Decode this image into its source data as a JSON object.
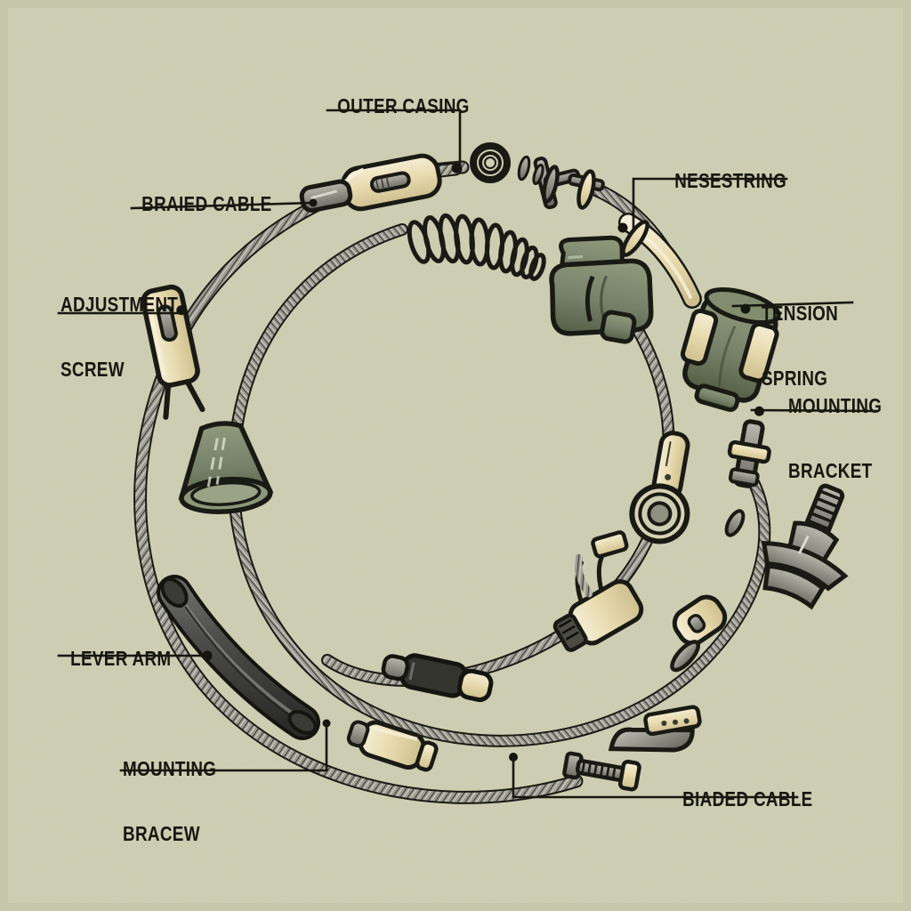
{
  "diagram": {
    "title": "Cable assembly exploded view",
    "background_color": "#cdceb2",
    "ink_color": "#16170f",
    "palette": {
      "paper": "#cdceb2",
      "ink": "#16170f",
      "cream": "#e8dcb0",
      "cream_light": "#f2ead0",
      "olive": "#7d876a",
      "olive_dark": "#5f6a4e",
      "steel": "#9a9a90",
      "steel_dark": "#6e6e66",
      "rubber": "#4a4a47",
      "rubber_dark": "#2e2e2c"
    }
  },
  "labels": [
    {
      "id": "outer-casing",
      "text": "OUTER CASING",
      "lines": [
        "OUTER CASING"
      ]
    },
    {
      "id": "braied-cable",
      "text": "BRAIED CABLE",
      "lines": [
        "BRAIED CABLE"
      ]
    },
    {
      "id": "adjustment-screw",
      "text": "ADJUSTMENT SCREW",
      "lines": [
        "ADJUSTMENT",
        "SCREW"
      ]
    },
    {
      "id": "nesestring",
      "text": "NESESTRING",
      "lines": [
        "NESESTRING"
      ]
    },
    {
      "id": "tension-spring",
      "text": "TENSION SPRING",
      "lines": [
        "TENSION",
        "SPRING"
      ]
    },
    {
      "id": "mounting-bracket",
      "text": "MOUNTING BRACKET",
      "lines": [
        "MOUNTING",
        "BRACKET"
      ]
    },
    {
      "id": "lever-arm",
      "text": "LEVER ARM",
      "lines": [
        "LEVER ARM"
      ]
    },
    {
      "id": "mounting-bracew",
      "text": "MOUNTING BRACEW",
      "lines": [
        "MOUNTING",
        "BRACEW"
      ]
    },
    {
      "id": "biaded-cable",
      "text": "BIADED CABLE",
      "lines": [
        "BIADED CABLE"
      ]
    }
  ],
  "label_text": {
    "outer_casing": "OUTER CASING",
    "braied_cable": "BRAIED CABLE",
    "adjustment_screw_l1": "ADJUSTMENT",
    "adjustment_screw_l2": "SCREW",
    "nesestring": "NESESTRING",
    "tension_spring_l1": "TENSION",
    "tension_spring_l2": "SPRING",
    "mounting_bracket_l1": "MOUNTING",
    "mounting_bracket_l2": "BRACKET",
    "lever_arm": "LEVER ARM",
    "mounting_bracew_l1": "MOUNTING",
    "mounting_bracew_l2": "BRACEW",
    "biaded_cable": "BIADED CABLE"
  },
  "parts": [
    {
      "name": "outer-casing-terminal",
      "kind": "loop-eyelet-terminal"
    },
    {
      "name": "braided-cable-outer",
      "kind": "braided-steel-cable"
    },
    {
      "name": "braided-cable-inner",
      "kind": "braided-steel-cable"
    },
    {
      "name": "adjustment-screw-barrel",
      "kind": "cream-barrel-adjuster"
    },
    {
      "name": "coil-spring",
      "kind": "tapered-coil-spring"
    },
    {
      "name": "conical-boot",
      "kind": "olive-cone-ferrule"
    },
    {
      "name": "rubber-sleeve",
      "kind": "dark-rubber-sleeve"
    },
    {
      "name": "olive-connector-housing",
      "kind": "olive-plug-housing"
    },
    {
      "name": "tension-spring-body",
      "kind": "olive-cylinder-clamp"
    },
    {
      "name": "eyelet-terminal",
      "kind": "ring-eyelet-terminal"
    },
    {
      "name": "threaded-stud",
      "kind": "threaded-bolt-end"
    },
    {
      "name": "mounting-bracket-clip",
      "kind": "small-metal-clip"
    },
    {
      "name": "barrel-nipple-small",
      "kind": "cream-barrel-nipple"
    },
    {
      "name": "cone-ferrule-bolt",
      "kind": "cone-and-bolt"
    }
  ]
}
